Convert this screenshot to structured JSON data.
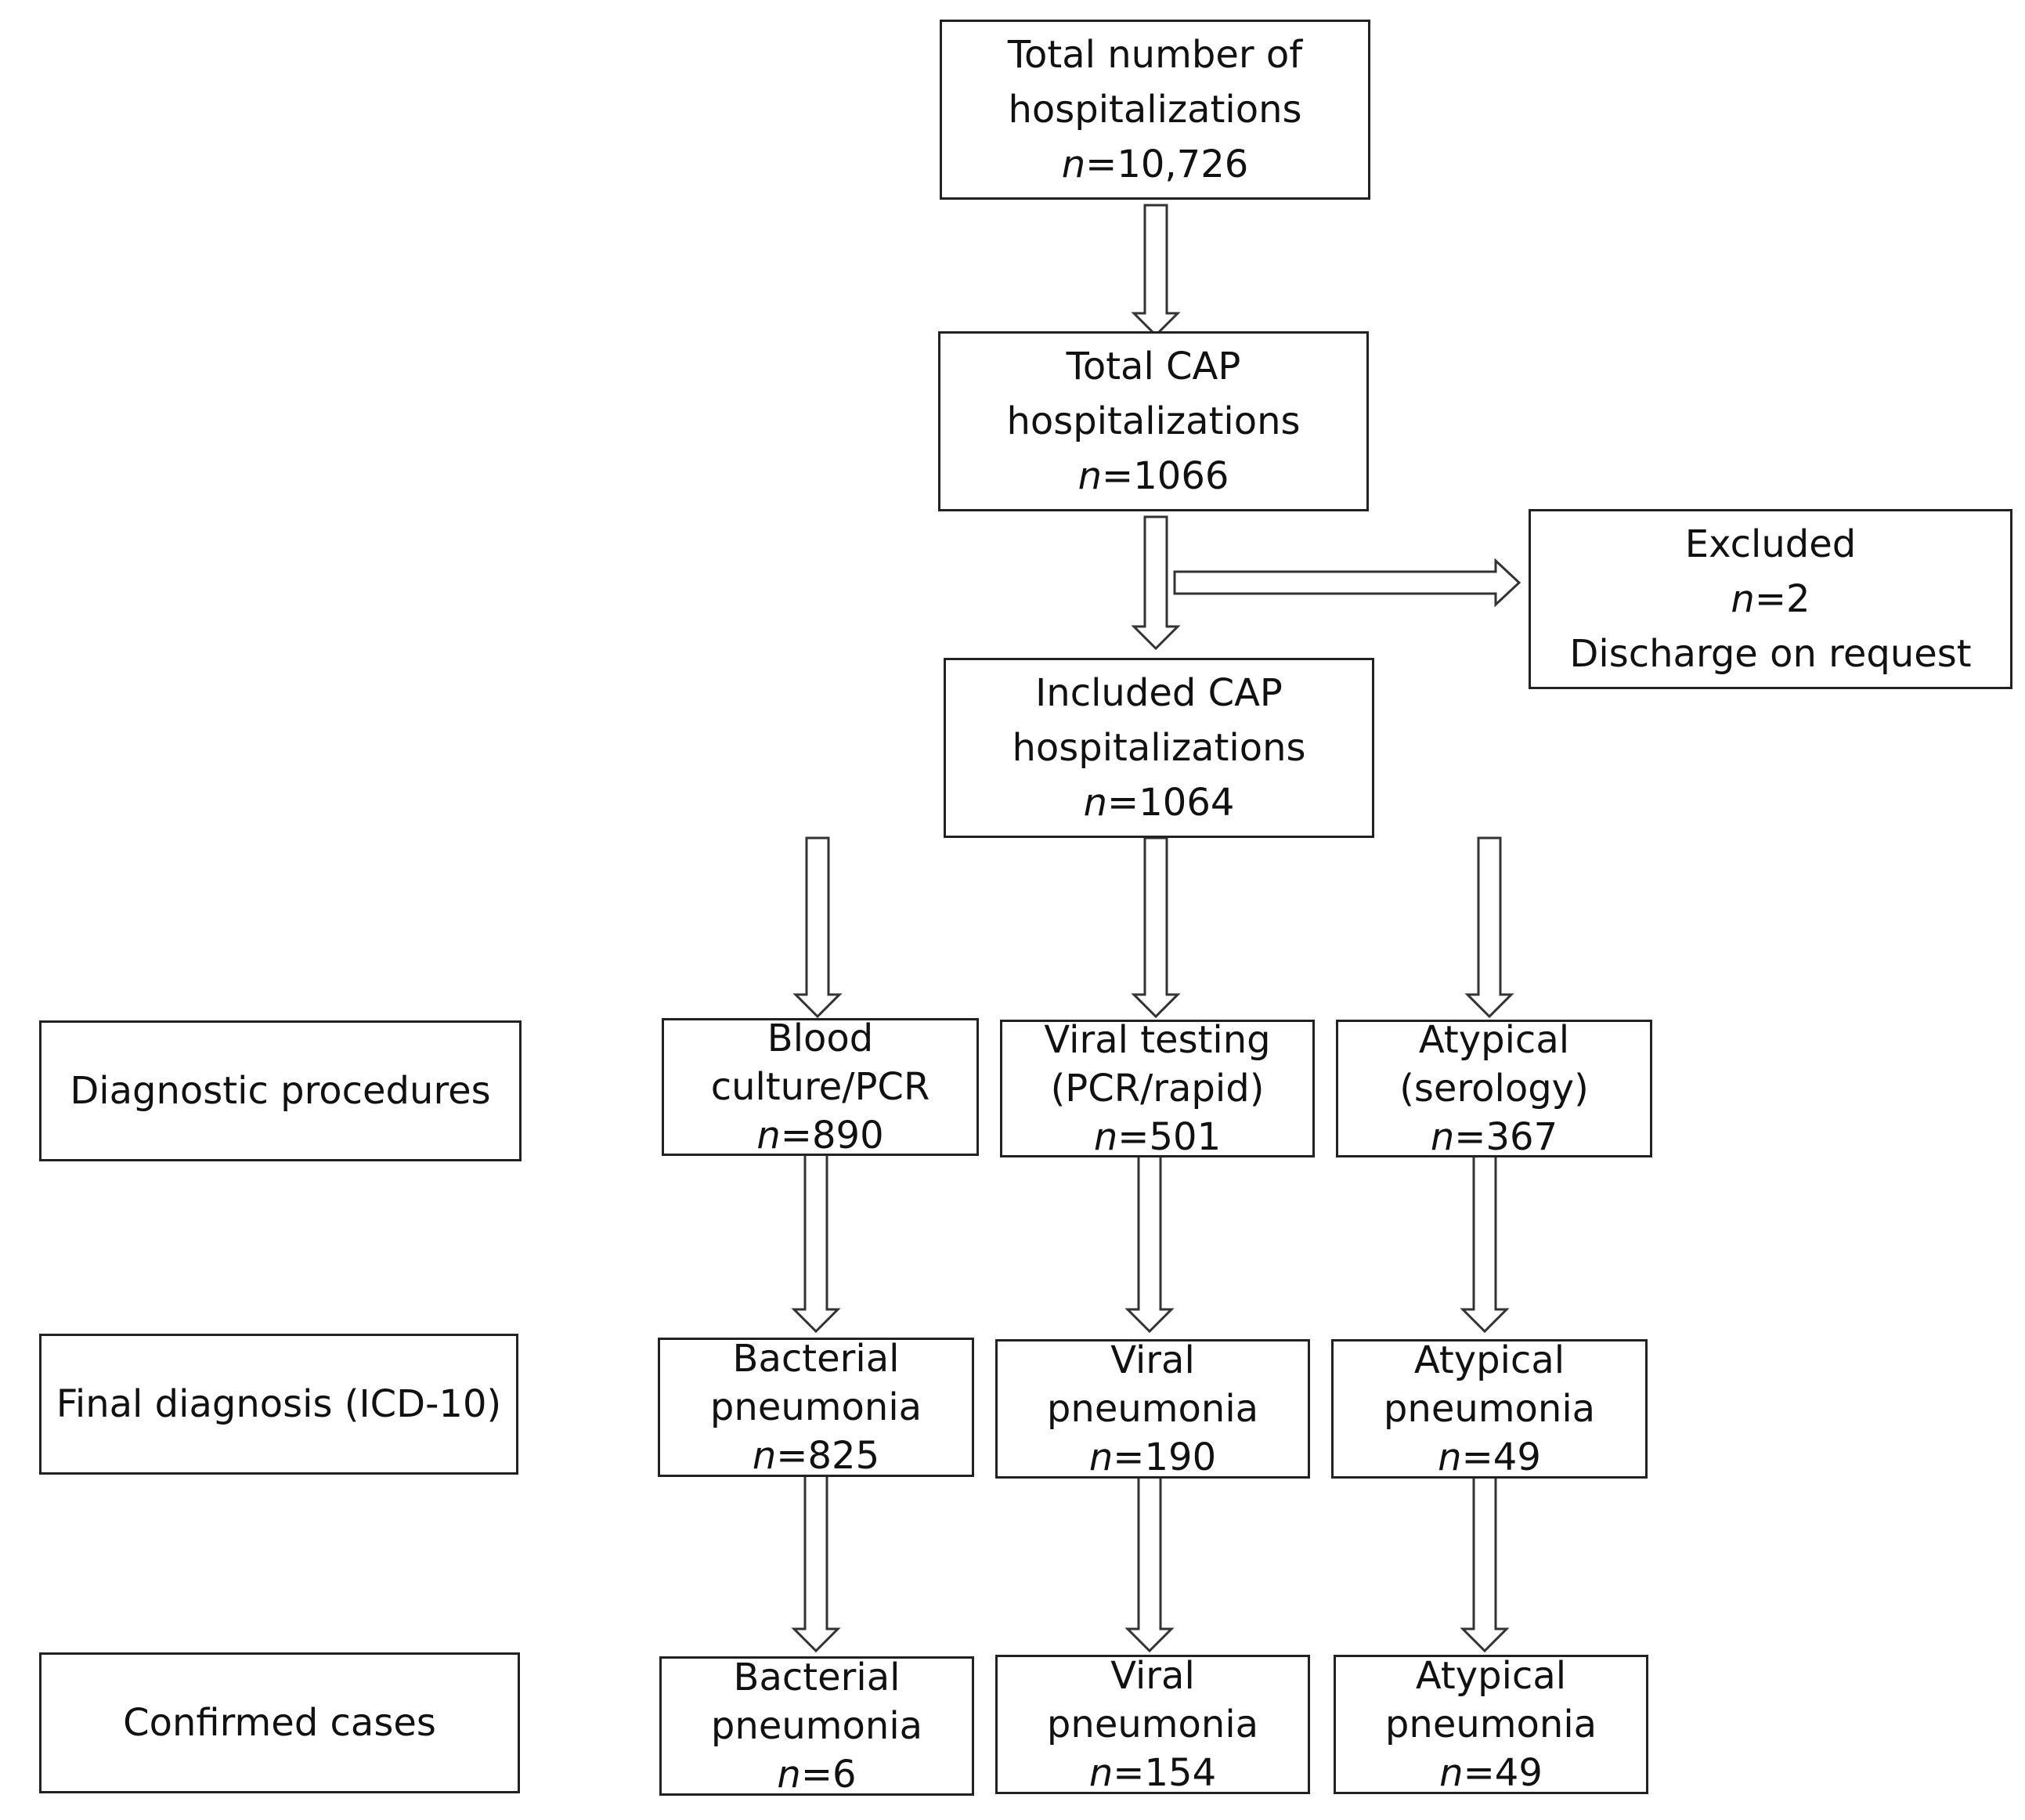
{
  "nodes": {
    "total": {
      "lines": [
        "Total number of",
        "hospitalizations"
      ],
      "n_prefix": "n",
      "n_value": "=10,726"
    },
    "cap": {
      "lines": [
        "Total CAP",
        "hospitalizations"
      ],
      "n_prefix": "n",
      "n_value": "=1066"
    },
    "excluded": {
      "lines": [
        "Excluded"
      ],
      "n_prefix": "n",
      "n_value": "=2",
      "note": "Discharge on request"
    },
    "included": {
      "lines": [
        "Included CAP",
        "hospitalizations"
      ],
      "n_prefix": "n",
      "n_value": "=1064"
    }
  },
  "rows": [
    {
      "label": "Diagnostic procedures",
      "cells": [
        {
          "lines": [
            "Blood",
            "culture/PCR"
          ],
          "n_prefix": "n",
          "n_value": "=890"
        },
        {
          "lines": [
            "Viral testing",
            "(PCR/rapid)"
          ],
          "n_prefix": "n",
          "n_value": "=501"
        },
        {
          "lines": [
            "Atypical",
            "(serology)"
          ],
          "n_prefix": "n",
          "n_value": "=367"
        }
      ]
    },
    {
      "label": "Final diagnosis (ICD-10)",
      "cells": [
        {
          "lines": [
            "Bacterial",
            "pneumonia"
          ],
          "n_prefix": "n",
          "n_value": "=825"
        },
        {
          "lines": [
            "Viral",
            "pneumonia"
          ],
          "n_prefix": "n",
          "n_value": "=190"
        },
        {
          "lines": [
            "Atypical",
            "pneumonia"
          ],
          "n_prefix": "n",
          "n_value": "=49"
        }
      ]
    },
    {
      "label": "Confirmed cases",
      "cells": [
        {
          "lines": [
            "Bacterial",
            "pneumonia"
          ],
          "n_prefix": "n",
          "n_value": "=6"
        },
        {
          "lines": [
            "Viral",
            "pneumonia"
          ],
          "n_prefix": "n",
          "n_value": "=154"
        },
        {
          "lines": [
            "Atypical",
            "pneumonia"
          ],
          "n_prefix": "n",
          "n_value": "=49"
        }
      ]
    }
  ]
}
